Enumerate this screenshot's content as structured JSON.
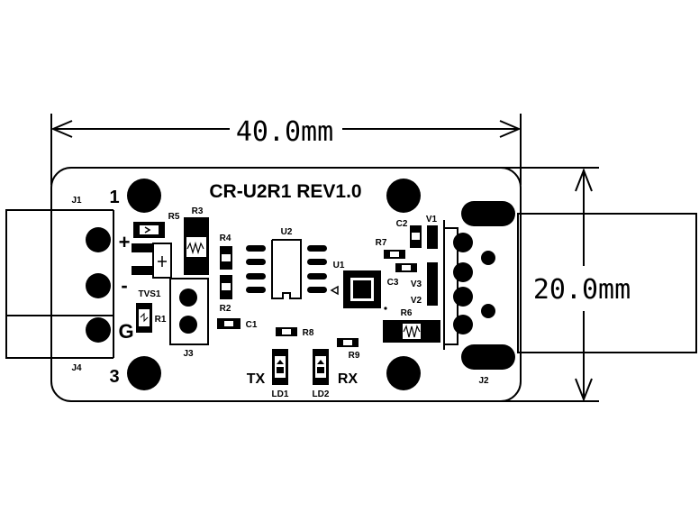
{
  "title": "CR-U2R1 REV1.0",
  "dimensions": {
    "width": "40.0mm",
    "height": "20.0mm"
  },
  "pins": {
    "one": "1",
    "three": "3",
    "plus": "+",
    "minus": "-",
    "ground": "G"
  },
  "connectors": {
    "j1": "J1",
    "j2": "J2",
    "j3": "J3",
    "j4": "J4"
  },
  "components": {
    "r1": "R1",
    "r2": "R2",
    "r3": "R3",
    "r4": "R4",
    "r5": "R5",
    "r6": "R6",
    "r7": "R7",
    "r8": "R8",
    "r9": "R9",
    "c1": "C1",
    "c2": "C2",
    "c3": "C3",
    "u1": "U1",
    "u2": "U2",
    "tvs1": "TVS1",
    "v1": "V1",
    "v2": "V2",
    "v3": "V3",
    "ld1": "LD1",
    "ld2": "LD2"
  },
  "leds": {
    "tx": "TX",
    "rx": "RX"
  }
}
